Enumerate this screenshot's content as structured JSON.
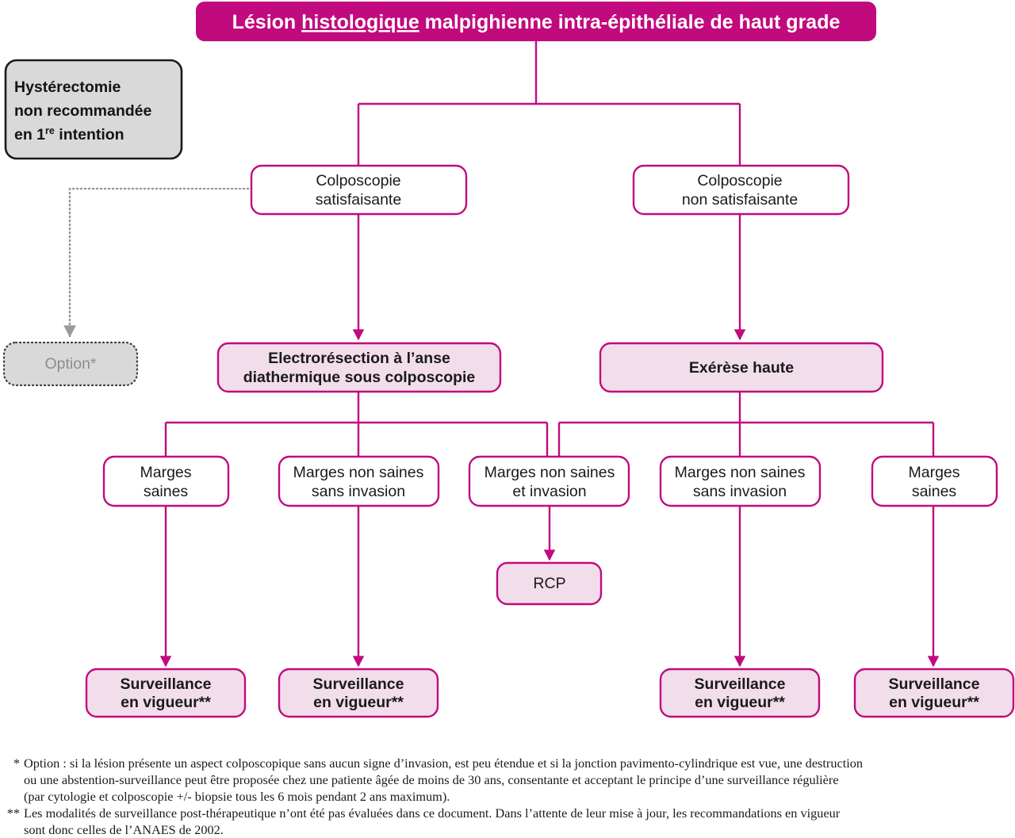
{
  "colors": {
    "magenta": "#C10A7E",
    "pink_fill": "#F2DDEB",
    "gray_fill": "#D9D9D9",
    "gray_text": "#8D8D8D",
    "white": "#FFFFFF",
    "text": "#1A1A1A"
  },
  "title": {
    "before": "Lésion ",
    "underlined": "histologique",
    "after": " malpighienne intra-épithéliale de haut grade",
    "full": "Lésion histologique malpighienne intra-épithéliale de haut grade"
  },
  "sidebar_note": {
    "line1": "Hystérectomie",
    "line2": "non recommandée",
    "line3_a": "en 1",
    "line3_sup": "re",
    "line3_b": " intention",
    "full": "Hystérectomie non recommandée en 1re intention"
  },
  "option_box": {
    "label": "Option*"
  },
  "nodes": {
    "colpo_sat": {
      "line1": "Colposcopie",
      "line2": "satisfaisante"
    },
    "colpo_non_sat": {
      "line1": "Colposcopie",
      "line2": "non satisfaisante"
    },
    "electro": {
      "line1": "Electrorésection à l’anse",
      "line2": "diathermique sous colposcopie"
    },
    "exerese": {
      "line1": "Exérèse haute"
    },
    "marges_1": {
      "line1": "Marges",
      "line2": "saines"
    },
    "marges_2": {
      "line1": "Marges non saines",
      "line2": "sans invasion"
    },
    "marges_3": {
      "line1": "Marges non saines",
      "line2": "et invasion"
    },
    "marges_4": {
      "line1": "Marges non saines",
      "line2": "sans invasion"
    },
    "marges_5": {
      "line1": "Marges",
      "line2": "saines"
    },
    "rcp": {
      "line1": "RCP"
    },
    "surv_1": {
      "line1": "Surveillance",
      "line2": "en vigueur**"
    },
    "surv_2": {
      "line1": "Surveillance",
      "line2": "en vigueur**"
    },
    "surv_4": {
      "line1": "Surveillance",
      "line2": "en vigueur**"
    },
    "surv_5": {
      "line1": "Surveillance",
      "line2": "en vigueur**"
    }
  },
  "footnotes": [
    {
      "mark": "*",
      "lines": [
        "Option : si la lésion présente un aspect colposcopique sans aucun signe d’invasion, est peu étendue et si la jonction pavimento-cylindrique est vue, une destruction",
        "ou une abstention-surveillance peut être proposée chez une patiente âgée de moins de 30 ans, consentante et acceptant le principe d’une surveillance régulière",
        "(par cytologie et colposcopie +/- biopsie tous les 6 mois pendant 2 ans maximum)."
      ]
    },
    {
      "mark": "**",
      "lines": [
        "Les modalités de surveillance post-thérapeutique n’ont été pas évaluées dans ce document. Dans l’attente de leur mise à jour, les recommandations en vigueur",
        "sont donc celles de l’ANAES de 2002."
      ]
    }
  ],
  "chart_data": {
    "type": "diagram",
    "title": "Lésion histologique malpighienne intra-épithéliale de haut grade",
    "flow": [
      {
        "from": "Lésion histologique malpighienne intra-épithéliale de haut grade",
        "to": "Colposcopie satisfaisante"
      },
      {
        "from": "Lésion histologique malpighienne intra-épithéliale de haut grade",
        "to": "Colposcopie non satisfaisante"
      },
      {
        "from": "Colposcopie satisfaisante",
        "to": "Option*",
        "style": "dotted"
      },
      {
        "from": "Colposcopie satisfaisante",
        "to": "Electrorésection à l’anse diathermique sous colposcopie"
      },
      {
        "from": "Colposcopie non satisfaisante",
        "to": "Exérèse haute"
      },
      {
        "from": "Electrorésection à l’anse diathermique sous colposcopie",
        "to": "Marges saines"
      },
      {
        "from": "Electrorésection à l’anse diathermique sous colposcopie",
        "to": "Marges non saines sans invasion"
      },
      {
        "from": "Electrorésection à l’anse diathermique sous colposcopie",
        "to": "Marges non saines et invasion"
      },
      {
        "from": "Exérèse haute",
        "to": "Marges non saines sans invasion"
      },
      {
        "from": "Exérèse haute",
        "to": "Marges saines"
      },
      {
        "from": "Marges non saines et invasion",
        "to": "RCP"
      },
      {
        "from": "Marges saines",
        "to": "Surveillance en vigueur**"
      },
      {
        "from": "Marges non saines sans invasion",
        "to": "Surveillance en vigueur**"
      }
    ]
  }
}
